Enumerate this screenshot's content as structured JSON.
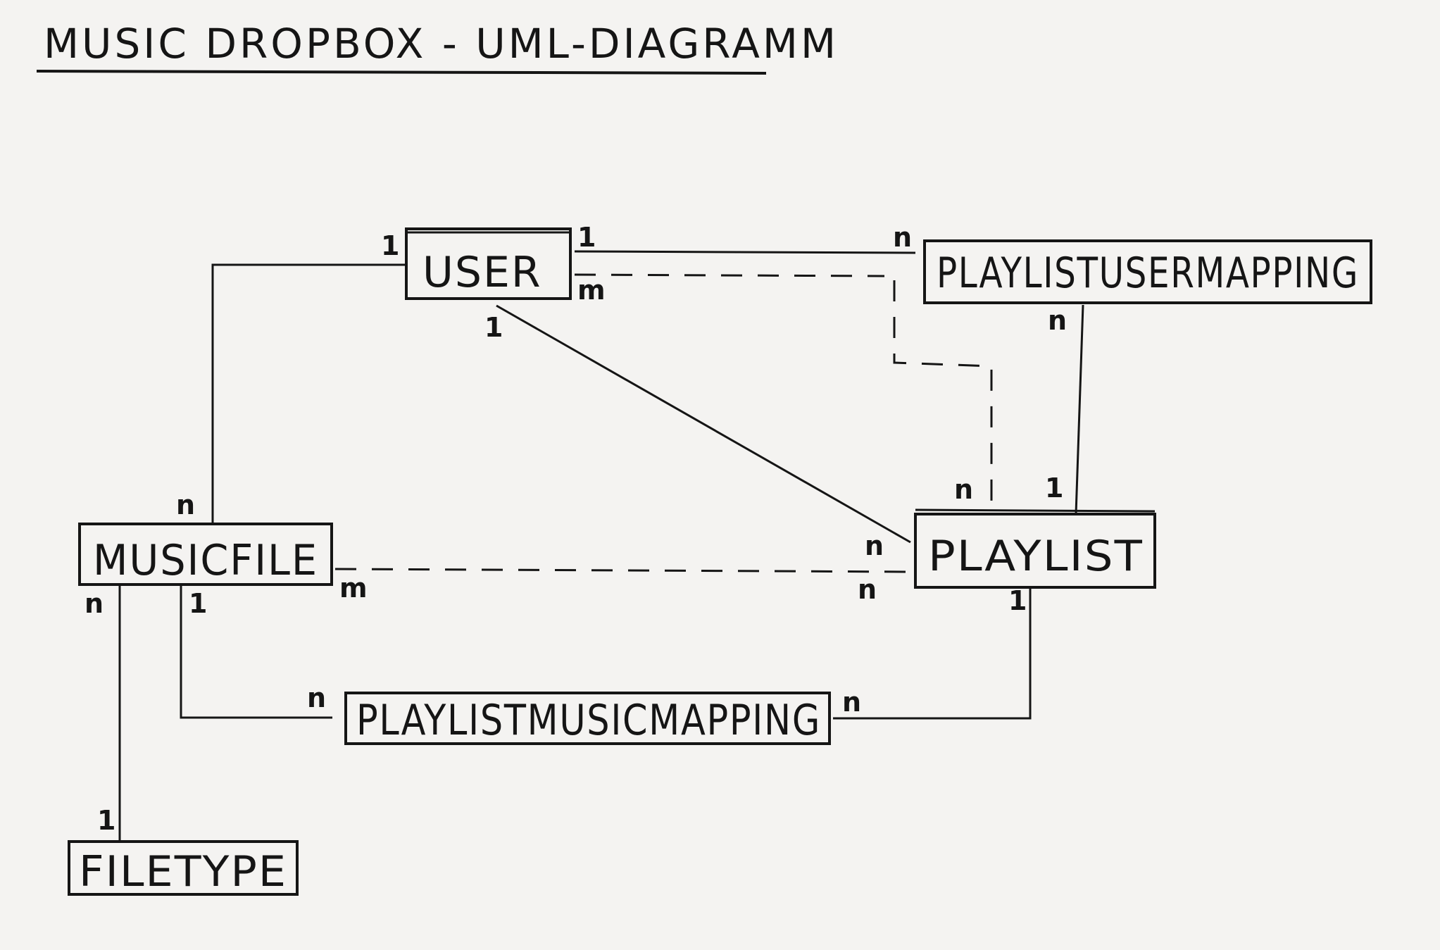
{
  "diagram": {
    "title": "MUSIC DROPBOX - UML-DIAGRAMM",
    "entities": {
      "user": "USER",
      "playlistusermapping": "PLAYLISTUSERMAPPING",
      "musicfile": "MUSICFILE",
      "playlist": "PLAYLIST",
      "playlistmusicmapping": "PLAYLISTMUSICMAPPING",
      "filetype": "FILETYPE"
    },
    "relations": [
      {
        "id": "user-musicfile",
        "from": "USER",
        "to": "MUSICFILE",
        "from_mult": "1",
        "to_mult": "n",
        "style": "solid"
      },
      {
        "id": "user-playlistusermapping",
        "from": "USER",
        "to": "PLAYLISTUSERMAPPING",
        "from_mult": "1",
        "to_mult": "n",
        "style": "solid"
      },
      {
        "id": "user-playlist-dashed",
        "from": "USER",
        "to": "PLAYLIST",
        "from_mult": "m",
        "to_mult": "n",
        "style": "dashed"
      },
      {
        "id": "user-playlist",
        "from": "USER",
        "to": "PLAYLIST",
        "from_mult": "1",
        "to_mult": "n",
        "style": "solid"
      },
      {
        "id": "playlistusermapping-playlist",
        "from": "PLAYLISTUSERMAPPING",
        "to": "PLAYLIST",
        "from_mult": "n",
        "to_mult": "1",
        "style": "solid"
      },
      {
        "id": "musicfile-playlist-dashed",
        "from": "MUSICFILE",
        "to": "PLAYLIST",
        "from_mult": "m",
        "to_mult": "n",
        "style": "dashed"
      },
      {
        "id": "musicfile-playlistmusicmapping",
        "from": "MUSICFILE",
        "to": "PLAYLISTMUSICMAPPING",
        "from_mult": "1",
        "to_mult": "n",
        "style": "solid"
      },
      {
        "id": "playlist-playlistmusicmapping",
        "from": "PLAYLIST",
        "to": "PLAYLISTMUSICMAPPING",
        "from_mult": "1",
        "to_mult": "n",
        "style": "solid"
      },
      {
        "id": "musicfile-filetype",
        "from": "MUSICFILE",
        "to": "FILETYPE",
        "from_mult": "n",
        "to_mult": "1",
        "style": "solid"
      }
    ]
  }
}
